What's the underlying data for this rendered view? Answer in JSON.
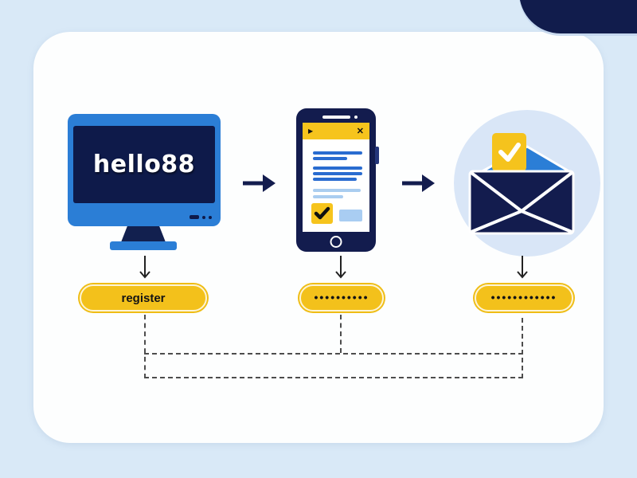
{
  "illustration": {
    "title_theme": "registration-flow",
    "brand": {
      "logo_text": "hello88"
    },
    "flow": {
      "steps": [
        {
          "name": "website-on-monitor",
          "pill_label": "register"
        },
        {
          "name": "signup-form-on-phone",
          "pill_label": "••••••••••"
        },
        {
          "name": "email-confirmation",
          "pill_label": "••••••••••••"
        }
      ]
    },
    "phone": {
      "header_play_icon": "▶",
      "header_close_icon": "✕"
    },
    "icons": {
      "monitor": "desktop-monitor",
      "phone": "smartphone-form",
      "envelope": "email-envelope-with-check",
      "arrows_between_steps": "right-arrow",
      "arrows_to_pills": "down-arrow"
    },
    "colors": {
      "background": "#D9E9F7",
      "card": "#FDFEFE",
      "navy": "#131C4E",
      "brand_blue": "#2B7ED6",
      "accent_yellow": "#F5C31D",
      "form_line_blue": "#2A6CD0",
      "form_line_light": "#AACDF0",
      "dash_gray": "#4D4D4D"
    }
  }
}
